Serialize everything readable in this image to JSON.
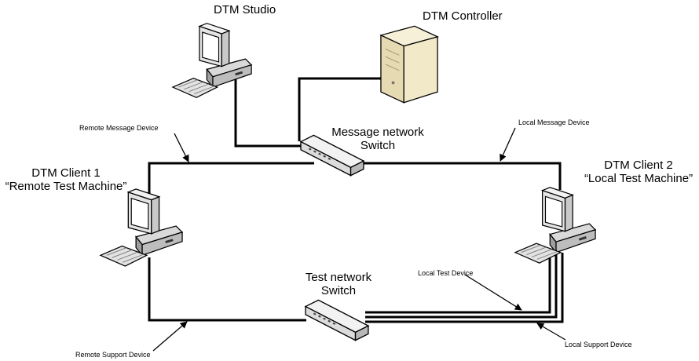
{
  "nodes": {
    "studio": {
      "label": "DTM Studio",
      "icon": "desktop-computer-icon"
    },
    "controller": {
      "label": "DTM Controller",
      "icon": "server-tower-icon"
    },
    "client1": {
      "line1": "DTM Client 1",
      "line2": "“Remote Test Machine”",
      "icon": "desktop-computer-icon"
    },
    "client2": {
      "line1": "DTM Client 2",
      "line2": "“Local Test Machine”",
      "icon": "desktop-computer-icon"
    },
    "message_switch": {
      "line1": "Message network",
      "line2": "Switch",
      "icon": "network-switch-icon"
    },
    "test_switch": {
      "line1": "Test network",
      "line2": "Switch",
      "icon": "network-switch-icon"
    }
  },
  "callouts": {
    "remote_message": "Remote Message Device",
    "local_message": "Local Message Device",
    "local_test": "Local Test Device",
    "remote_support": "Remote Support Device",
    "local_support": "Local Support Device"
  },
  "colors": {
    "line": "#000000",
    "computer_body": "#e9e9e9",
    "screen": "#ffffff",
    "server_body": "#f1e7c4"
  }
}
